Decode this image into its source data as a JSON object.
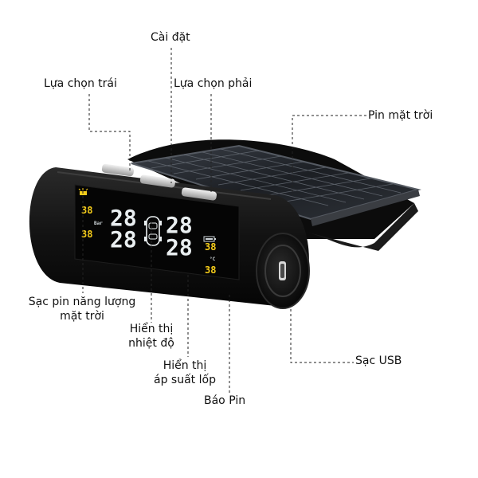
{
  "labels": {
    "settings": "Cài đặt",
    "select_left": "Lựa chọn trái",
    "select_right": "Lựa chọn phải",
    "solar_panel": "Pin mặt trời",
    "solar_charging_line1": "Sạc pin năng lượng",
    "solar_charging_line2": "mặt trời",
    "temp_display_line1": "Hiển thị",
    "temp_display_line2": "nhiệt độ",
    "pressure_display_line1": "Hiển thị",
    "pressure_display_line2": "áp suất lốp",
    "battery_alert": "Báo Pin",
    "usb_charging": "Sạc USB"
  },
  "lcd": {
    "big_digits": "28",
    "small_digits": "38",
    "unit_pressure": "Bar",
    "unit_temp": "°C"
  },
  "colors": {
    "body": "#111111",
    "lcd_background": "#050505",
    "lcd_digit": "#e9eef0",
    "lcd_small_digit": "#f5cc1a",
    "solar_cell": "#1a1d22"
  }
}
